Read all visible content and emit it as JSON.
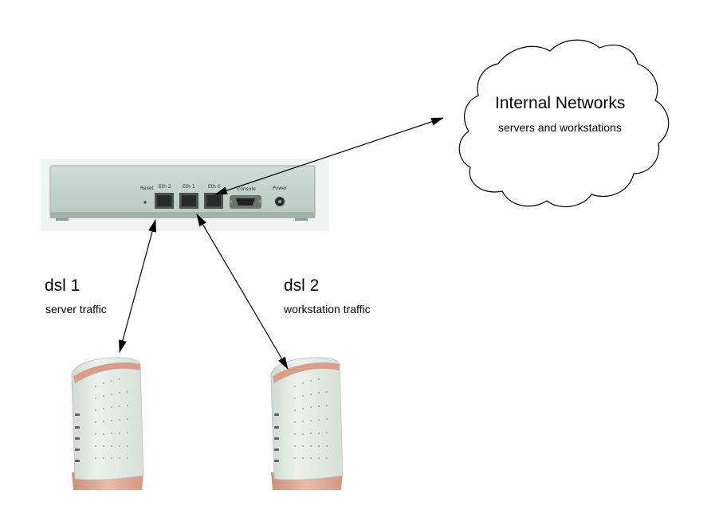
{
  "cloud": {
    "title": "Internal Networks",
    "subtitle": "servers and workstations"
  },
  "links": [
    {
      "title": "dsl 1",
      "subtitle": "server traffic"
    },
    {
      "title": "dsl 2",
      "subtitle": "workstation traffic"
    }
  ],
  "router": {
    "ports": [
      "Reset",
      "Eth 2",
      "Eth 1",
      "Eth 0",
      "Console",
      "Power"
    ]
  },
  "colors": {
    "router_body": "#c3d1cc",
    "modem_body": "#dfe6e0",
    "modem_base": "#d9a48e",
    "lines": "#000000"
  }
}
